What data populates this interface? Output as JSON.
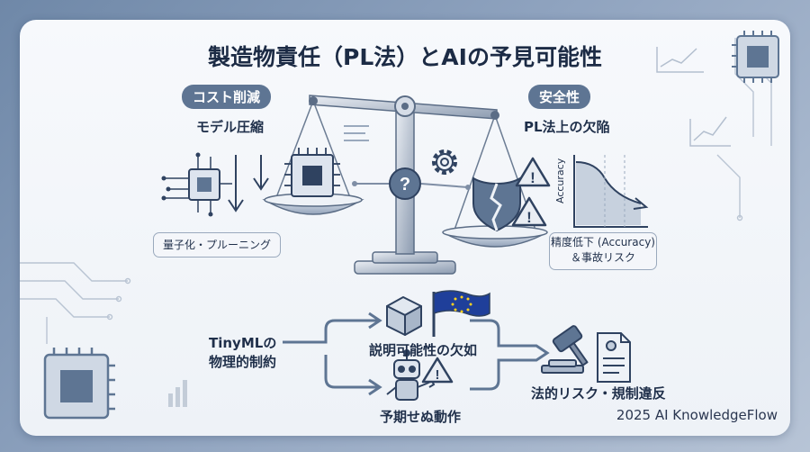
{
  "title": "製造物責任（PL法）とAIの予見可能性",
  "left_pan": {
    "badge": "コスト削減",
    "subtitle": "モデル圧縮",
    "box_label": "量子化・プルーニング"
  },
  "right_pan": {
    "badge": "安全性",
    "subtitle": "PL法上の欠陥",
    "chart_axis_label": "Accuracy",
    "box_label_line1": "精度低下 (Accuracy)",
    "box_label_line2": "＆事故リスク"
  },
  "center_symbol": "?",
  "flow": {
    "origin_line1": "TinyMLの",
    "origin_line2": "物理的制約",
    "branch_top": "説明可能性の欠如",
    "branch_bottom": "予期せぬ動作",
    "result": "法的リスク・規制違反"
  },
  "credit": "2025 AI KnowledgeFlow",
  "colors": {
    "accent": "#5e7593",
    "dark": "#1f2f4a",
    "eu_blue": "#1f3f9a",
    "eu_star": "#ffd21f"
  },
  "icons": [
    "chip-icon",
    "scale-icon",
    "question-icon",
    "gear-icon",
    "broken-shield-icon",
    "warning-icon",
    "box-icon",
    "eu-flag-icon",
    "robot-icon",
    "gavel-icon",
    "document-icon"
  ]
}
